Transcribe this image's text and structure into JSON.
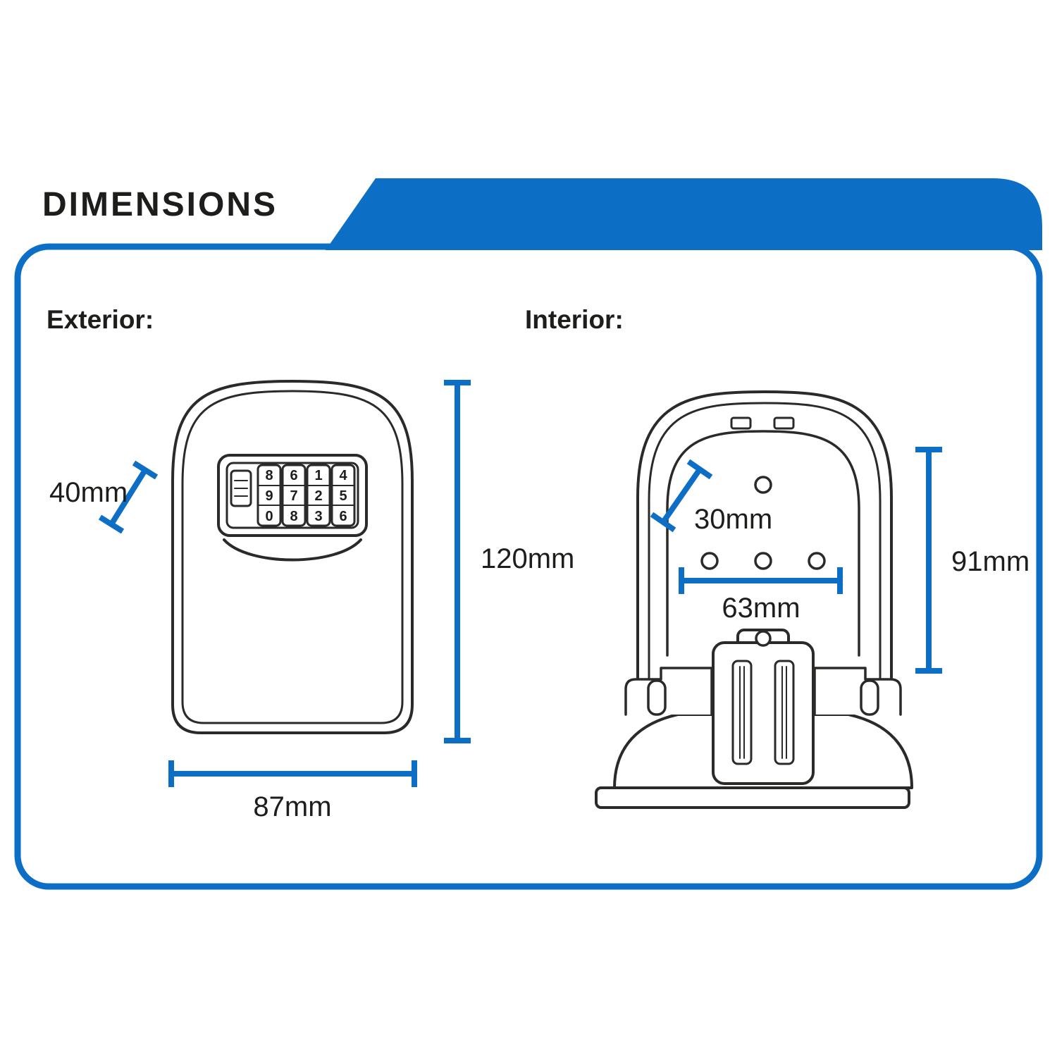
{
  "title": "DIMENSIONS",
  "colors": {
    "accent": "#0d6ec6",
    "ink": "#1d1d1b",
    "line": "#2b2a29"
  },
  "sections": {
    "exterior_label": "Exterior:",
    "interior_label": "Interior:"
  },
  "dimensions": {
    "exterior": {
      "depth": "40mm",
      "height": "120mm",
      "width": "87mm"
    },
    "interior": {
      "depth": "30mm",
      "width": "63mm",
      "height": "91mm"
    }
  },
  "exterior_drawing": {
    "dial_wheels": [
      {
        "digits": [
          "8",
          "9",
          "0"
        ]
      },
      {
        "digits": [
          "6",
          "7",
          "8"
        ]
      },
      {
        "digits": [
          "1",
          "2",
          "3"
        ]
      },
      {
        "digits": [
          "4",
          "5",
          "6"
        ]
      }
    ]
  }
}
